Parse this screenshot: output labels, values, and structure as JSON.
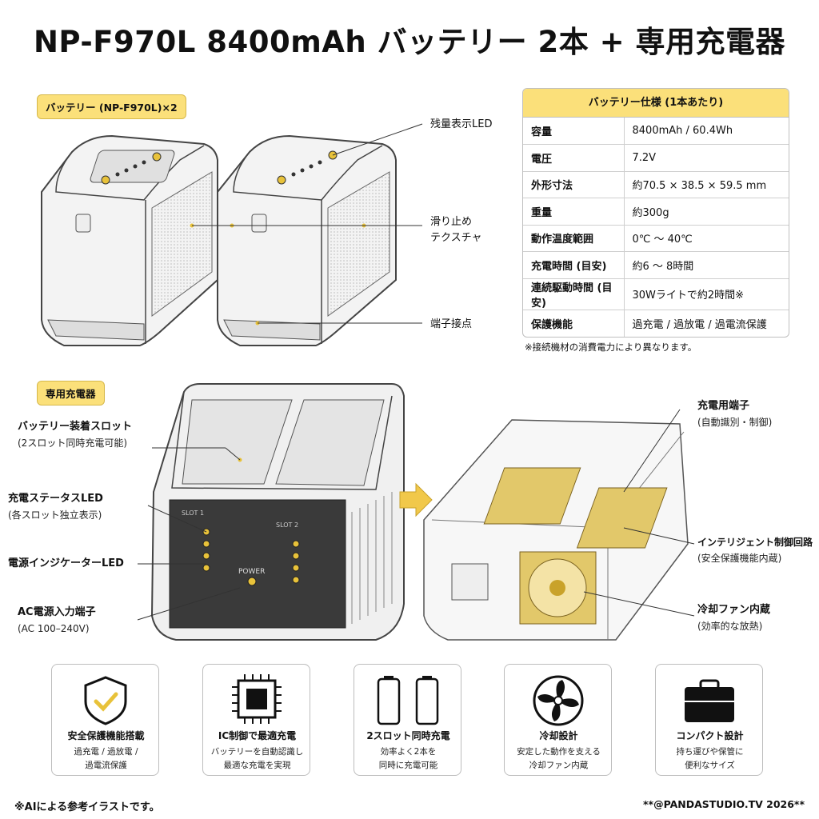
{
  "title": "NP-F970L 8400mAh バッテリー 2本 + 専用充電器",
  "battery_section": {
    "label": "バッテリー (NP-F970L)×2",
    "callouts": {
      "led": "残量表示LED",
      "texture": "滑り止め\nテクスチャ",
      "contacts": "端子接点"
    }
  },
  "spec": {
    "header": "バッテリー仕様 (1本あたり)",
    "rows": [
      {
        "k": "容量",
        "v": "8400mAh / 60.4Wh"
      },
      {
        "k": "電圧",
        "v": "7.2V"
      },
      {
        "k": "外形寸法",
        "v": "約70.5 × 38.5 × 59.5 mm"
      },
      {
        "k": "重量",
        "v": "約300g"
      },
      {
        "k": "動作温度範囲",
        "v": "0℃ 〜 40℃"
      },
      {
        "k": "充電時間 (目安)",
        "v": "約6 〜 8時間"
      },
      {
        "k": "連続駆動時間 (目安)",
        "v": "30Wライトで約2時間※"
      },
      {
        "k": "保護機能",
        "v": "過充電 / 過放電 / 過電流保護"
      }
    ],
    "note": "※接続機材の消費電力により異なります。"
  },
  "charger_section": {
    "label": "専用充電器",
    "left_callouts": [
      {
        "main": "バッテリー装着スロット",
        "sub": "(2スロット同時充電可能)"
      },
      {
        "main": "充電ステータスLED",
        "sub": "(各スロット独立表示)"
      },
      {
        "main": "電源インジケーターLED",
        "sub": ""
      },
      {
        "main": "AC電源入力端子",
        "sub": "(AC 100–240V)"
      }
    ],
    "right_callouts": [
      {
        "main": "充電用端子",
        "sub": "(自動識別・制御)"
      },
      {
        "main": "インテリジェント制御回路",
        "sub": "(安全保護機能内蔵)"
      },
      {
        "main": "冷却ファン内蔵",
        "sub": "(効率的な放熱)"
      }
    ],
    "panel_left": "SLOT 1",
    "panel_right": "SLOT 2",
    "power_label": "POWER"
  },
  "features": [
    {
      "icon": "shield-check-icon",
      "title": "安全保護機能搭載",
      "desc": "過充電 / 過放電 /\n過電流保護"
    },
    {
      "icon": "chip-icon",
      "title": "IC制御で最適充電",
      "desc": "バッテリーを自動認識し\n最適な充電を実現"
    },
    {
      "icon": "two-batteries-icon",
      "title": "2スロット同時充電",
      "desc": "効率よく2本を\n同時に充電可能"
    },
    {
      "icon": "fan-icon",
      "title": "冷却設計",
      "desc": "安定した動作を支える\n冷却ファン内蔵"
    },
    {
      "icon": "case-icon",
      "title": "コンパクト設計",
      "desc": "持ち運びや保管に\n便利なサイズ"
    }
  ],
  "footer": {
    "left": "※AIによる参考イラストです。",
    "right": "**@PANDASTUDIO.TV 2026**"
  },
  "colors": {
    "accent": "#fbe07a",
    "led": "#e8c23a",
    "panel": "#3a3a3a"
  }
}
